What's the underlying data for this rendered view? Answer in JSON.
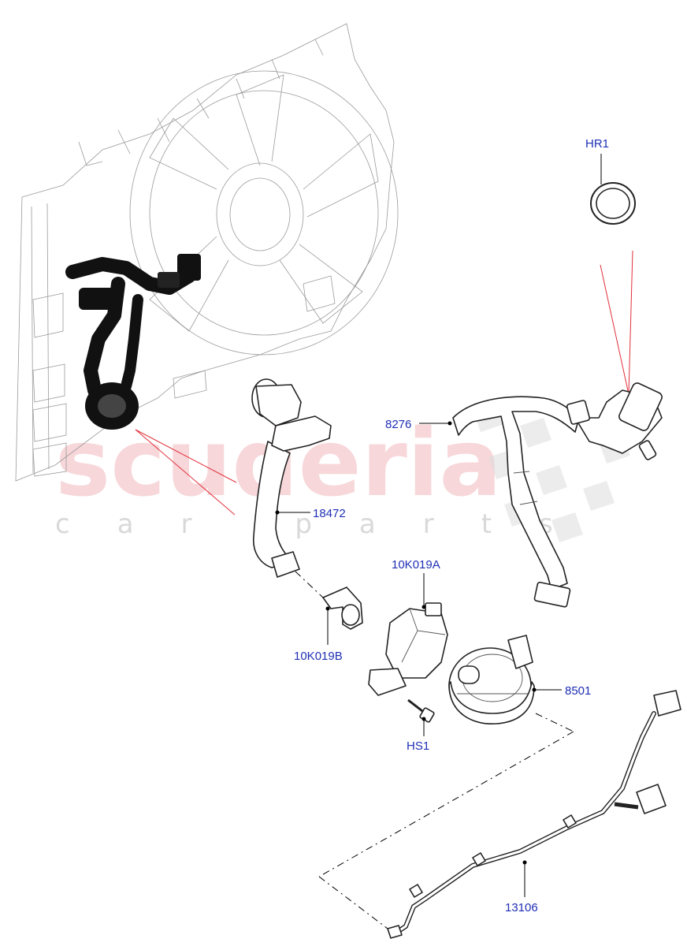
{
  "watermark": {
    "brand": "scuderia",
    "tagline": "car parts"
  },
  "callouts": {
    "hr1": "HR1",
    "p8276": "8276",
    "p18472": "18472",
    "p10k019a": "10K019A",
    "p10k019b": "10K019B",
    "p8501": "8501",
    "hs1": "HS1",
    "p13106": "13106"
  },
  "colors": {
    "callout_text": "#1f2fb5",
    "reference_lines": "#e0303a",
    "watermark": "#f2b8bc"
  }
}
